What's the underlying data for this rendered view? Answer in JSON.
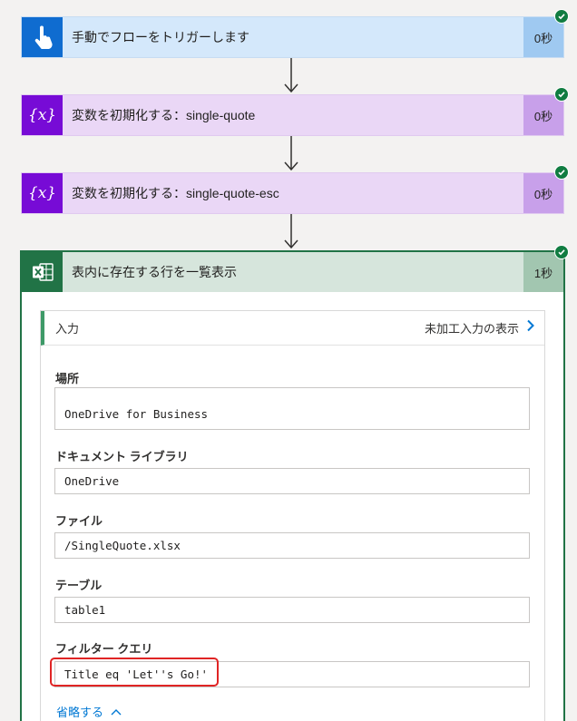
{
  "steps": {
    "trigger": {
      "title": "手動でフローをトリガーします",
      "duration": "0秒",
      "icon": "touch-hand-icon"
    },
    "var1": {
      "title": "変数を初期化する：single-quote",
      "duration": "0秒",
      "icon": "variable-icon",
      "icon_text": "{𝑥}"
    },
    "var2": {
      "title": "変数を初期化する：single-quote-esc",
      "duration": "0秒",
      "icon": "variable-icon",
      "icon_text": "{𝑥}"
    }
  },
  "excel": {
    "title": "表内に存在する行を一覧表示",
    "duration": "1秒",
    "icon": "excel-icon",
    "input": {
      "label": "入力",
      "raw_label": "未加工入力の表示",
      "fields": [
        {
          "label": "場所",
          "value": "OneDrive for Business"
        },
        {
          "label": "ドキュメント ライブラリ",
          "value": "OneDrive"
        },
        {
          "label": "ファイル",
          "value": "/SingleQuote.xlsx"
        },
        {
          "label": "テーブル",
          "value": "table1"
        },
        {
          "label": "フィルター クエリ",
          "value": "Title eq 'Let''s Go!'"
        }
      ],
      "collapse_label": "省略する"
    }
  },
  "colors": {
    "trigger_accent": "#0f6cd0",
    "variable_accent": "#770bd6",
    "excel_accent": "#217346",
    "success": "#107c41",
    "highlight": "#e02424"
  }
}
